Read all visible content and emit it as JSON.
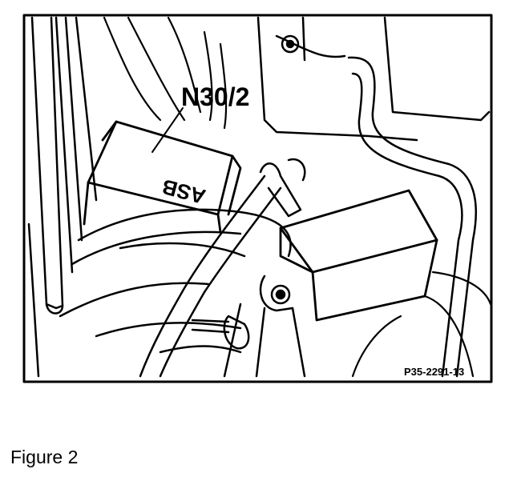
{
  "diagram": {
    "component_label": "N30/2",
    "module_text": "ASB",
    "reference_code": "P35-2291-13"
  },
  "caption": "Figure 2",
  "colors": {
    "ink": "#000000",
    "paper": "#ffffff"
  }
}
